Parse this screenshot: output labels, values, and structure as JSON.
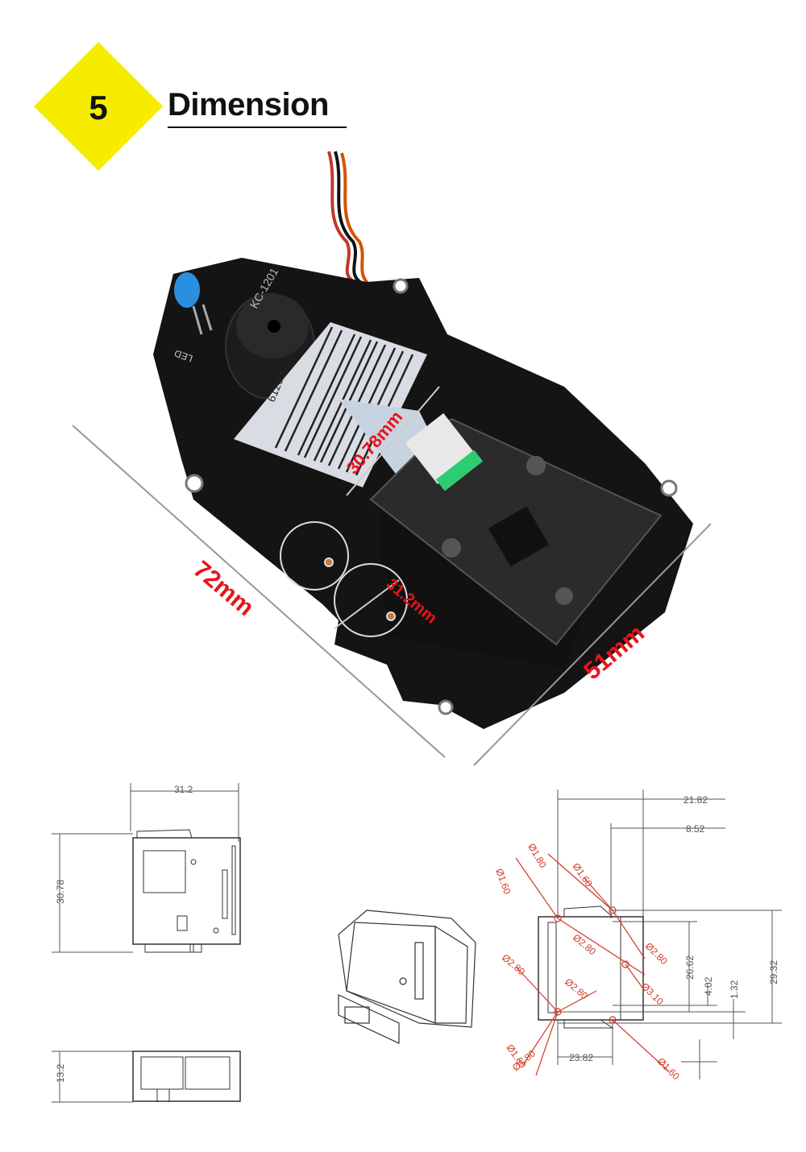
{
  "header": {
    "number": "5",
    "title": "Dimension",
    "badge_color": "#f5ec00"
  },
  "photo": {
    "dim_length": "72mm",
    "dim_width": "51mm",
    "dim_label_width": "30.78mm",
    "dim_circle": "31.2mm",
    "label_barcode_number": "6120001697",
    "buzzer_text": "KC-1201",
    "led_label": "LED",
    "dim_color": "#e8141b"
  },
  "drawing_front": {
    "width": "31.2",
    "height": "30.78"
  },
  "drawing_side": {
    "height": "13.2"
  },
  "drawing_top": {
    "d1": "21.82",
    "d2": "8.52",
    "d3": "23.82",
    "v1": "29.32",
    "v2": "26.62",
    "v3": "4.02",
    "v4": "1.32",
    "holes": {
      "h1": "Ø1.60",
      "h2": "Ø1.80",
      "h3": "Ø1.60",
      "h4": "Ø2.80",
      "h5": "Ø2.80",
      "h6": "Ø2.80",
      "h7": "Ø3.10",
      "h8": "Ø2.80",
      "h9": "Ø1.60",
      "h10": "Ø1.80",
      "h11": "Ø1.60"
    }
  }
}
